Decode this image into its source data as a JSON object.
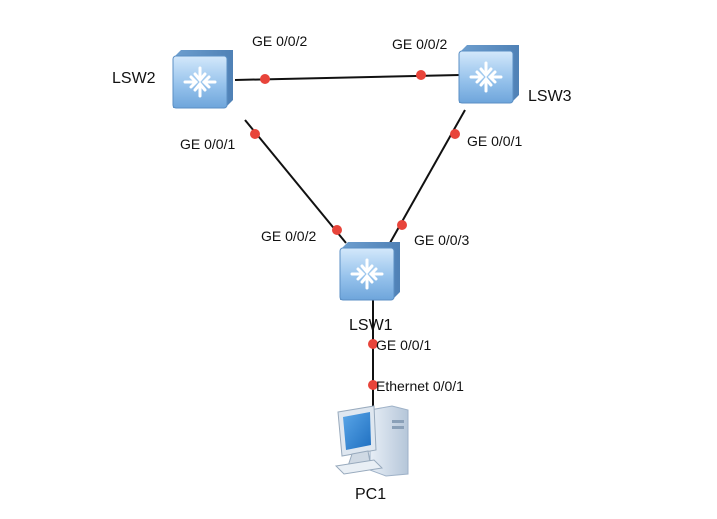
{
  "colors": {
    "link": "#111111",
    "port": "#e8443a",
    "switch_body": "#9cc5ea",
    "switch_border": "#4a7fb5",
    "pc_body": "#c5d3e3"
  },
  "devices": [
    {
      "id": "LSW2",
      "label": "LSW2",
      "icon": "switch-icon"
    },
    {
      "id": "LSW3",
      "label": "LSW3",
      "icon": "switch-icon"
    },
    {
      "id": "LSW1",
      "label": "LSW1",
      "icon": "switch-icon"
    },
    {
      "id": "PC1",
      "label": "PC1",
      "icon": "pc-icon"
    }
  ],
  "links": [
    {
      "from": "LSW2",
      "from_port": "GE 0/0/2",
      "to": "LSW3",
      "to_port": "GE 0/0/2"
    },
    {
      "from": "LSW2",
      "from_port": "GE 0/0/1",
      "to": "LSW1",
      "to_port": "GE 0/0/2"
    },
    {
      "from": "LSW3",
      "from_port": "GE 0/0/1",
      "to": "LSW1",
      "to_port": "GE 0/0/3"
    },
    {
      "from": "LSW1",
      "from_port": "GE 0/0/1",
      "to": "PC1",
      "to_port": "Ethernet 0/0/1"
    }
  ]
}
